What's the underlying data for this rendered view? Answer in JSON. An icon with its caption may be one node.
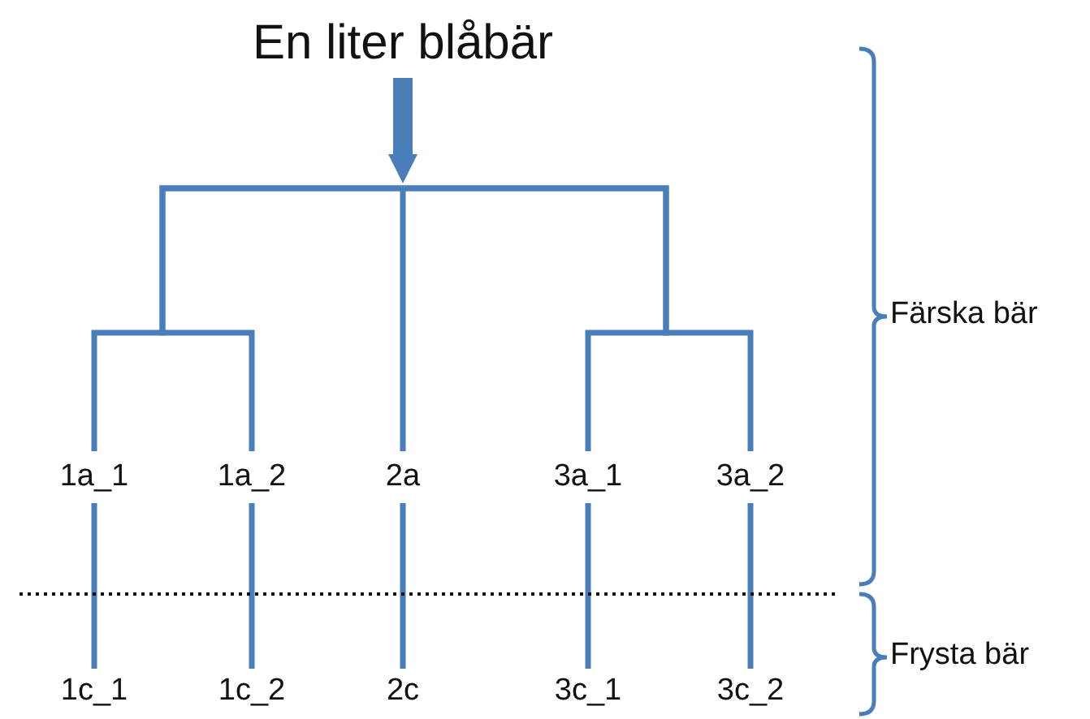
{
  "diagram": {
    "nodes": [
      {
        "text": [
          "En liter blåbär"
        ]
      },
      {
        "text": [
          "1a_1"
        ]
      },
      {
        "text": [
          "1a_2"
        ]
      },
      {
        "text": [
          "2a"
        ]
      },
      {
        "text": [
          "3a_1"
        ]
      },
      {
        "text": [
          "3a_2"
        ]
      },
      {
        "text": [
          "1c_1"
        ]
      },
      {
        "text": [
          "1c_2"
        ]
      },
      {
        "text": [
          "2c"
        ]
      },
      {
        "text": [
          "3c_1"
        ]
      },
      {
        "text": [
          "3c_2"
        ]
      }
    ],
    "edges": [
      {
        "from": 0,
        "to": null,
        "arrow": "to",
        "style": "thick"
      },
      {
        "from": null,
        "to": 1,
        "arrow": "none"
      },
      {
        "from": null,
        "to": 2,
        "arrow": "none"
      },
      {
        "from": null,
        "to": 3,
        "arrow": "none"
      },
      {
        "from": null,
        "to": 4,
        "arrow": "none"
      },
      {
        "from": null,
        "to": 5,
        "arrow": "none"
      },
      {
        "from": 1,
        "to": 6,
        "arrow": "none"
      },
      {
        "from": 2,
        "to": 7,
        "arrow": "none"
      },
      {
        "from": 3,
        "to": 8,
        "arrow": "none"
      },
      {
        "from": 4,
        "to": 9,
        "arrow": "none"
      },
      {
        "from": 5,
        "to": 10,
        "arrow": "none"
      }
    ],
    "labels": [
      "Färska bär",
      "Frysta bär"
    ]
  }
}
